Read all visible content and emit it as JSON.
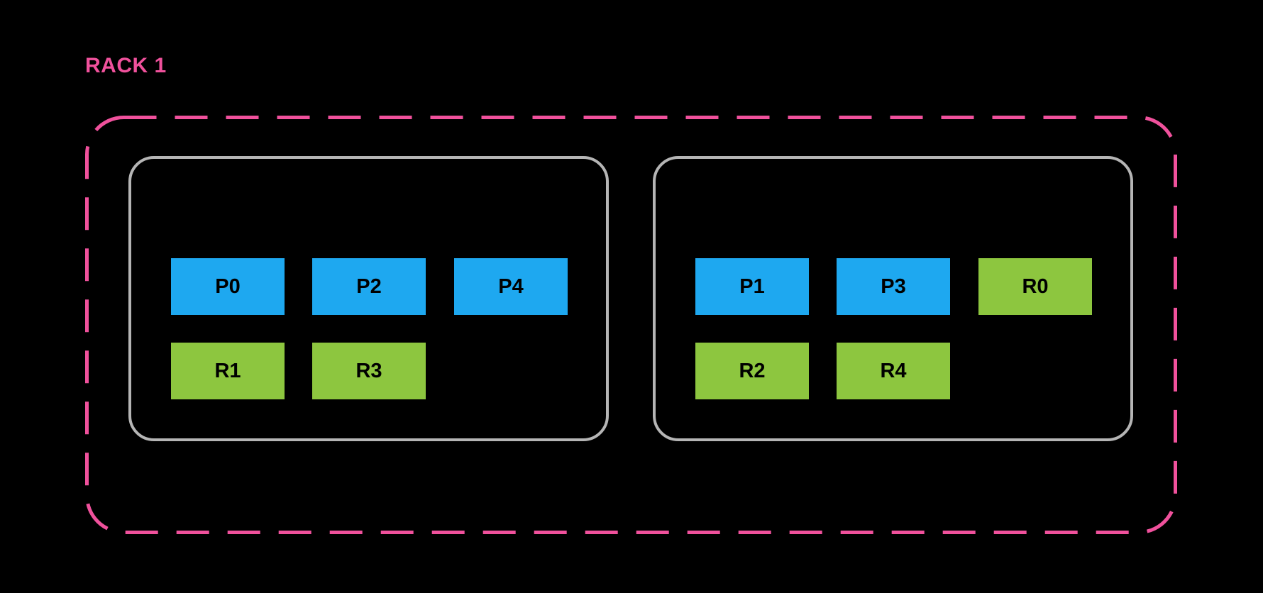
{
  "diagram": {
    "rack_label": "RACK 1"
  },
  "colors": {
    "background": "#000000",
    "rack_pink": "#F0519C",
    "node_border_gray": "#B5B5B5",
    "primary_blue": "#1EA8F0",
    "replica_green": "#8DC63F",
    "chip_text": "#000000"
  },
  "nodes": [
    {
      "chips": [
        {
          "label": "P0",
          "role": "primary"
        },
        {
          "label": "P2",
          "role": "primary"
        },
        {
          "label": "P4",
          "role": "primary"
        },
        {
          "label": "R1",
          "role": "replica"
        },
        {
          "label": "R3",
          "role": "replica"
        }
      ]
    },
    {
      "chips": [
        {
          "label": "P1",
          "role": "primary"
        },
        {
          "label": "P3",
          "role": "primary"
        },
        {
          "label": "R0",
          "role": "replica"
        },
        {
          "label": "R2",
          "role": "replica"
        },
        {
          "label": "R4",
          "role": "replica"
        }
      ]
    }
  ]
}
